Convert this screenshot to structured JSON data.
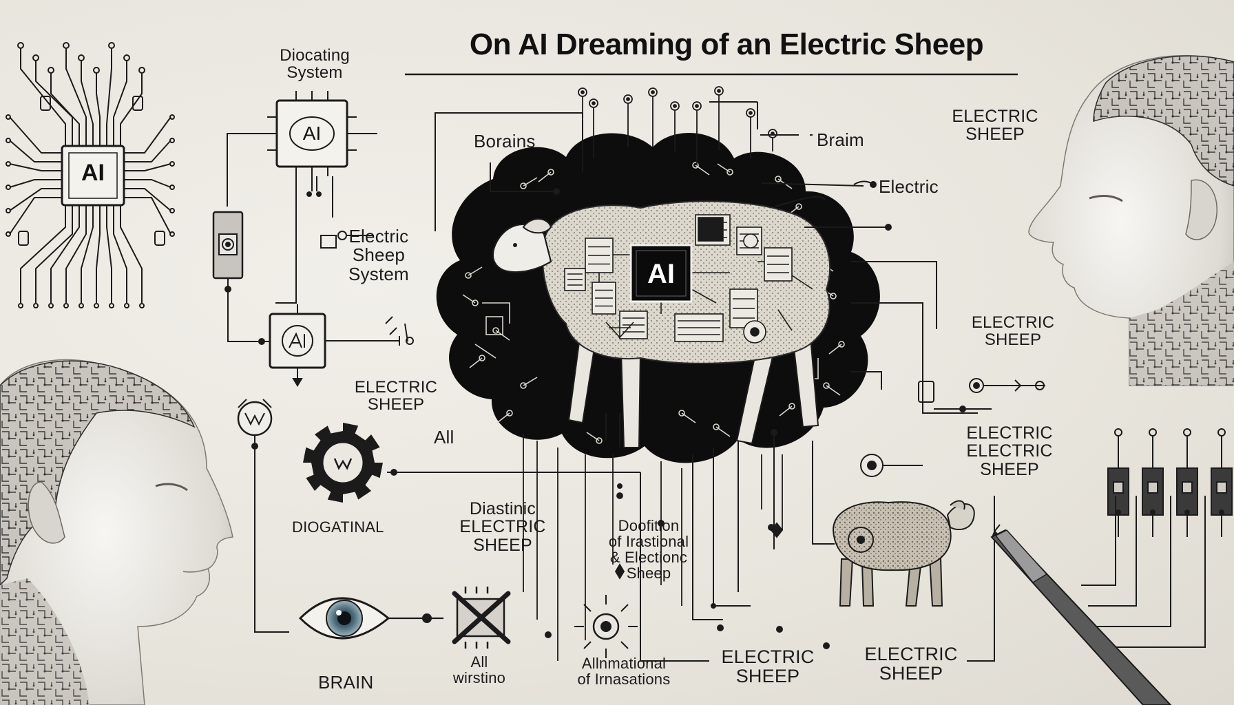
{
  "title": "On AI Dreaming of an Electric Sheep",
  "chips": {
    "left": "AI",
    "top": "AI",
    "center": "AI"
  },
  "labels": {
    "dictating_system": "Diocating\nSystem",
    "brains": "Borains",
    "brain_top": "Braim",
    "electric_top": "Electric",
    "electric_sheep_top_right": "ELECTRIC\nSHEEP",
    "electric_sheep_system": "Electric\nSheep\nSystem",
    "electric_sheep_right_mid": "ELECTRIC\nSHEEP",
    "electric_sheep_left_mid": "ELECTRIC\nSHEEP",
    "all": "All",
    "electric_electric_sheep": "ELECTRIC\nELECTRIC\nSHEEP",
    "diogatinal": "DIOGATINAL",
    "diastinic_electric_sheep": "Diastinic\nELECTRIC\nSHEEP",
    "doofition": "Doofition\nof Irastional\n& Electionc\nSheep",
    "brain_bottom": "BRAIN",
    "all_wirstino": "All\nwirstino",
    "allnmational": "Allnmational\nof Irnasations",
    "electric_sheep_bottom_1": "ELECTRIC\nSHEEP",
    "electric_sheep_bottom_2": "ELECTRIC\nSHEEP"
  },
  "colors": {
    "ink": "#1b1b1b",
    "paper": "#ebe8e1",
    "cloud": "#0d0d0d",
    "sheep_wool": "#d9d4ca",
    "head": "#e6e3dd"
  },
  "icons": [
    "chip-icon",
    "gear-icon",
    "eye-icon",
    "x-chip-icon",
    "sheep-icon",
    "head-icon",
    "pen-icon",
    "switch-icon",
    "resistor-icon"
  ]
}
